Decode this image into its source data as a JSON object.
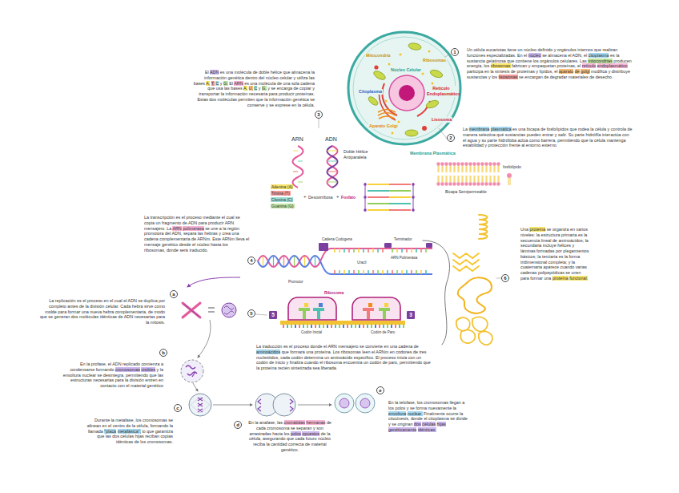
{
  "diagram": {
    "nodes": [
      {
        "text": [
          "1"
        ]
      },
      {
        "text": [
          "2"
        ]
      },
      {
        "text": [
          "3"
        ]
      },
      {
        "text": [
          "4"
        ]
      },
      {
        "text": [
          "5"
        ]
      },
      {
        "text": [
          "6"
        ]
      },
      {
        "text": [
          "a"
        ]
      },
      {
        "text": [
          "b"
        ]
      },
      {
        "text": [
          "c"
        ]
      },
      {
        "text": [
          "d"
        ]
      },
      {
        "text": [
          "e"
        ]
      },
      {
        "text": [
          "5"
        ]
      },
      {
        "text": [
          "3"
        ]
      }
    ],
    "labels": [
      "El ADN es una molécula de doble hélice que almacena la información genética dentro del núcleo celular y utiliza las bases A, T, C y G. El ARN es una molécula de una sola cadena que usa las bases A, U, C y G, y se encarga de copiar y transportar la información necesaria para producir proteínas. Estas dos moléculas permiten que la información genética se conserve y se exprese en la célula.",
      "Un célula eucariotas tiene un núcleo definido y orgánulos internos que realizan funciones especializadas. En el núcleo se almacena el ADN, el citoplasma es la sustancia gelatinosa que contiene los orgánulos celulares. Las mitocondrias producen energía, los ribosomas fabrican y empaquetan proteínas, el retículo endoplasmático participa en la síntesis de proteínas y lípidos, el aparato de golgi modifica y distribuye sustancias y los lisosomas se encargan de degradar materiales de desecho.",
      "La membrana plasmática es una bicapa de fosfolípidos que rodea la célula y controla de manera selectiva qué sustancias pueden entrar y salir. Su parte hidrófila interactúa con el agua y su parte hidrófoba actúa como barrera, permitiendo que la célula mantenga estabilidad y protección frente al entorno externo.",
      "Mitocondria",
      "Ribosomas",
      "Núcleo Celular",
      "Citoplasma",
      "Retículo Endoplasmático",
      "Aparato Golgi",
      "Lisosoma",
      "Membrana Plasmática",
      "fosfolípido",
      "Bicapa Semipermeable",
      "ARN",
      "ADN",
      "Doble Hélice Antiparalela",
      "Adenina (A)",
      "Timina (T)",
      "Citosina (C)",
      "Guanina (G)",
      "+",
      "Desoxirribosa",
      "+",
      "Fosfato",
      "La transcripción es el proceso mediante el cual se copia un fragmento de ADN para producir ARN mensajero. La ARN polimerasa se une a la región promotora del ADN, separa las hebras y crea una cadena complementaria de ARNm. Este ARNm lleva el mensaje genético desde el núcleo hasta los ribosomas, donde será traducido.",
      "Cadena Codogena",
      "Terminador",
      "Promotor",
      "Uracil",
      "ARN Polimerasa",
      "Ribosoma",
      "Codón Inicial",
      "Codón de Paro",
      "La traducción es el proceso donde el ARN mensajero se convierte en una cadena de aminoácidos que formará una proteína. Los ribosomas leen el ARNm en codones de tres nucleótidos, cada codón determina un aminoácido específico. El proceso inicia con un codón de inicio y finaliza cuando el ribosoma encuentra un codón de paro, permitiendo que la proteína recién sintetizada sea liberada.",
      "Una proteína se organiza en varios niveles: la estructura primaria es la secuencia lineal de aminoácidos; la secundaria incluye hélices y láminas formadas por plegamientos básicos; la terciaria es la forma tridimensional completa; y la cuaternaria aparece cuando varias cadenas polipeptídicas se unen para formar una proteína funcional.",
      "La replicación es el proceso en el cual el ADN se duplica por completo antes de la división celular. Cada hebra sirve como molde para formar una nueva hebra complementaria, de modo que se generan dos moléculas idénticas de ADN necesarias para la mitosis.",
      "En la profase, el ADN replicado comienza a condensarse formando cromosomas visibles y la envoltura nuclear se desintegra, permitiendo que las estructuras necesarias para la división entren en contacto con el material genético",
      "Durante la metafase, los cromosomas se alinean en el centro de la célula, formando la llamada \"placa metafásica\", lo que garantiza que las dos células hijas reciban copias idénticas de los cromosomas.",
      "En la anafase, las cromátidas hermanas de cada cromosoma se separan y son arrastradas hacia los polos opuestos de la célula, asegurando que cada futuro núcleo reciba la cantidad correcta de material genético.",
      "En la telofase, los cromosomas llegan a los polos y se forma nuevamente la envoltura nuclear. Finalmente ocurre la citocinesis, donde el citoplasma se divide y se originan dos células hijas genéticamente idénticas."
    ]
  }
}
